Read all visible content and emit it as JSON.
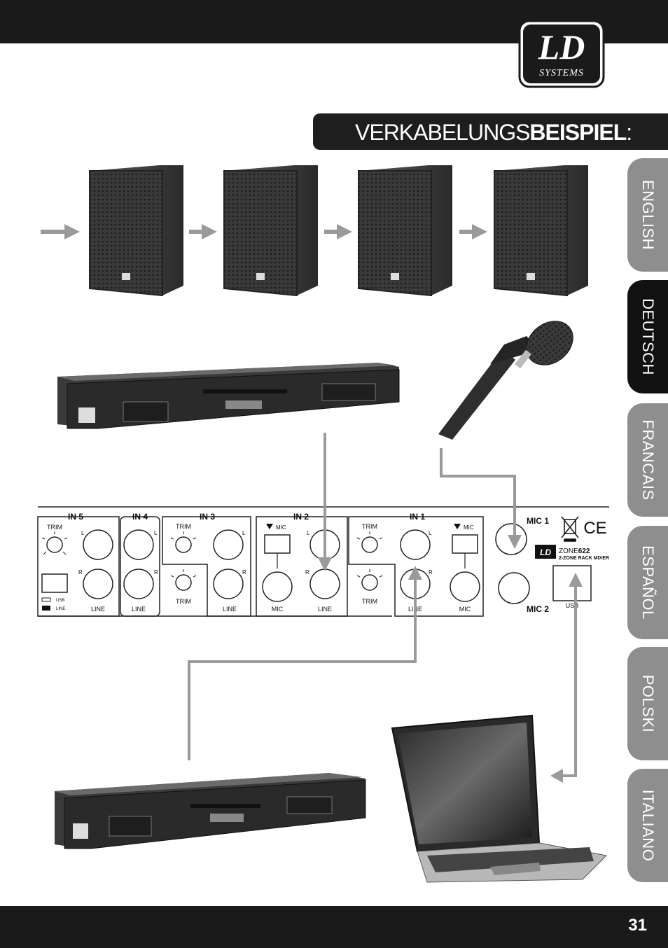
{
  "page": {
    "number": "31"
  },
  "logo": {
    "main": "LD",
    "sub": "SYSTEMS"
  },
  "heading": {
    "light": "VERKABELUNGS",
    "bold": "BEISPIEL",
    "colon": ":"
  },
  "language_tabs": [
    {
      "label": "ENGLISH",
      "active": false
    },
    {
      "label": "DEUTSCH",
      "active": true
    },
    {
      "label": "FRANCAIS",
      "active": false
    },
    {
      "label": "ESPAÑOL",
      "active": false
    },
    {
      "label": "POLSKI",
      "active": false
    },
    {
      "label": "ITALIANO",
      "active": false
    }
  ],
  "panel": {
    "channels": [
      "IN 5",
      "IN 4",
      "IN 3",
      "IN 2",
      "IN 1"
    ],
    "trim": "TRIM",
    "mic": "MIC",
    "line": "LINE",
    "l": "L",
    "r": "R",
    "usb": "USB",
    "mic1": "MIC 1",
    "mic2": "MIC 2",
    "zone_light": "ZONE",
    "zone_bold": "622",
    "zone_sub": "2-ZONE RACK MIXER",
    "ce": "CE"
  },
  "colors": {
    "bar": "#1a1a1a",
    "tab": "#8e8e8e",
    "tab_active": "#111111",
    "arrow": "#9a9a9a"
  }
}
